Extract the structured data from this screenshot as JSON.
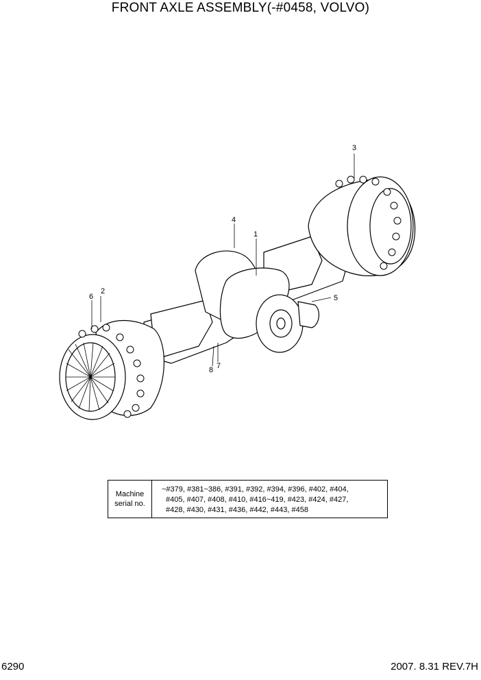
{
  "title": "FRONT AXLE ASSEMBLY(-#0458, VOLVO)",
  "callouts": [
    "1",
    "2",
    "3",
    "4",
    "5",
    "6",
    "7",
    "8"
  ],
  "serial_table": {
    "label_line1": "Machine",
    "label_line2": "serial no.",
    "lines": [
      "~#379, #381~386, #391, #392, #394, #396, #402, #404,",
      "#405, #407, #408, #410, #416~419, #423, #424, #427,",
      "#428, #430, #431, #436, #442, #443, #458"
    ]
  },
  "footer": {
    "page_number": "6290",
    "revision": "2007. 8.31  REV.7H"
  }
}
